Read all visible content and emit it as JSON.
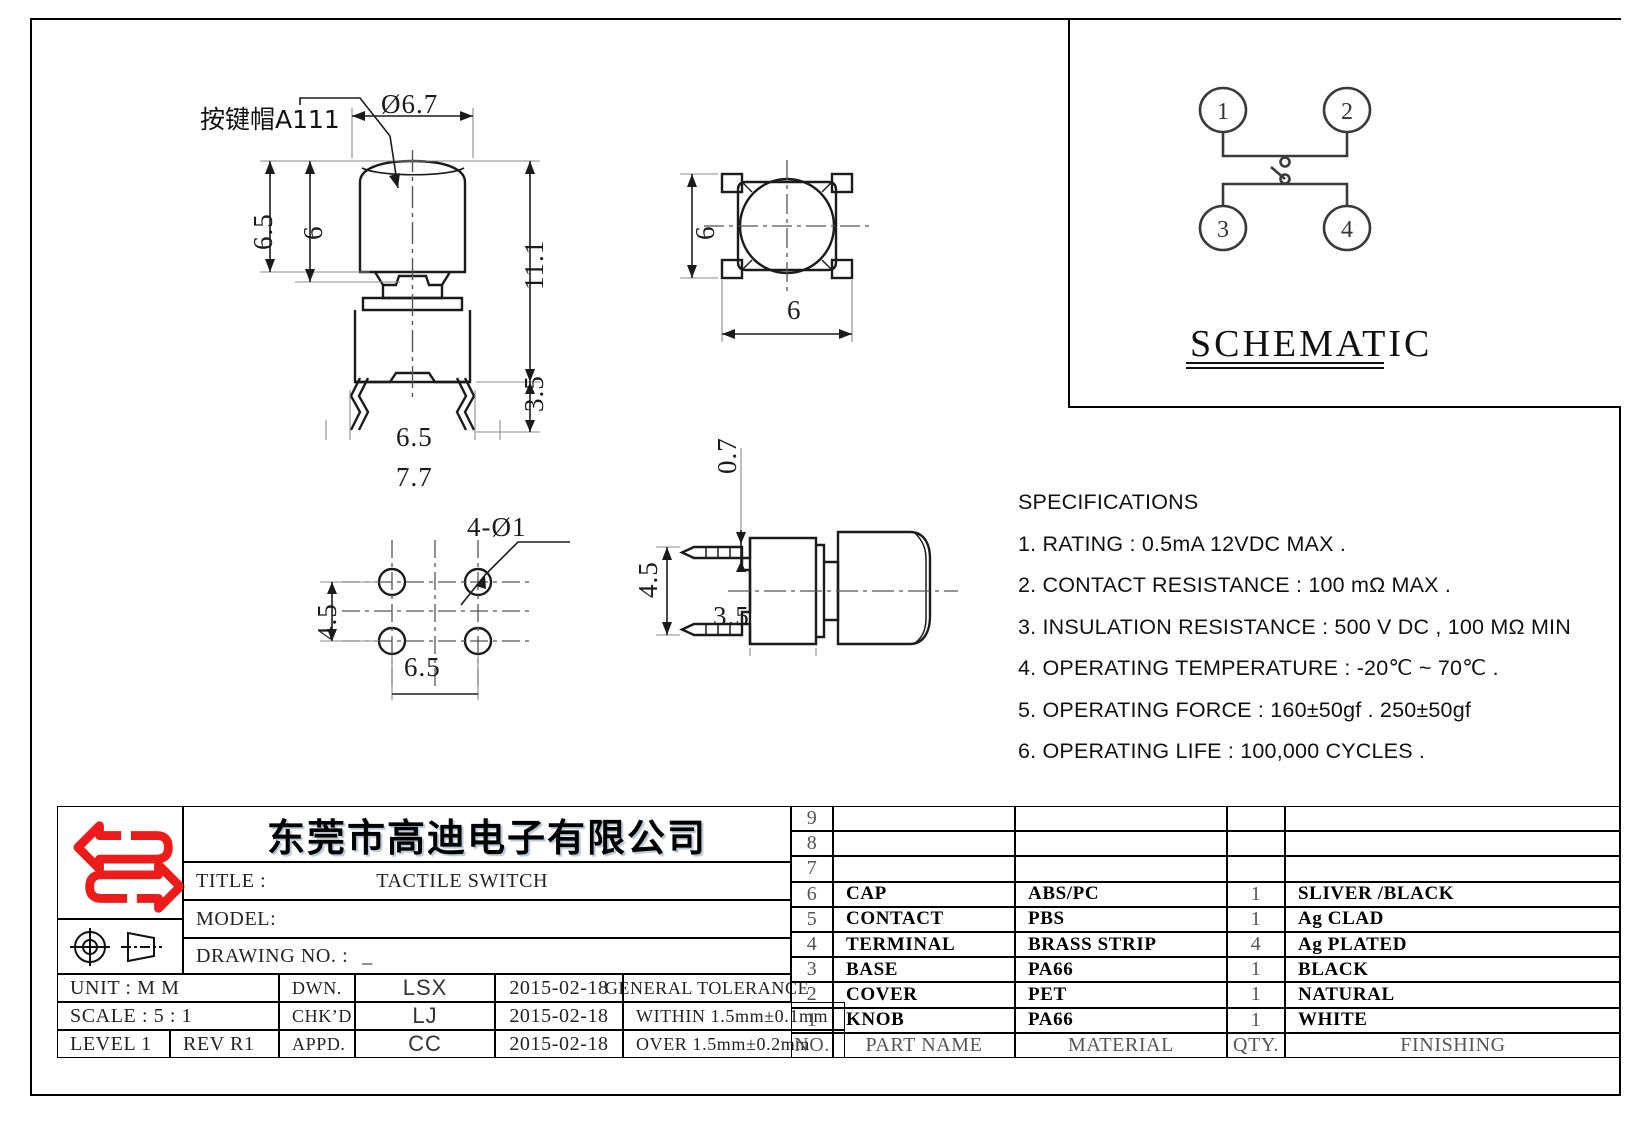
{
  "document": {
    "type": "mechanical-drawing",
    "sheet_size": "1651x1124"
  },
  "views": {
    "front": {
      "callout_cn": "按键帽A111",
      "dims": {
        "cap_dia": "Ø6.7",
        "total_height_left": "6.5",
        "cap_height": "6",
        "overall_height": "11.1",
        "lead_length": "3.5",
        "body_width": "6.5",
        "terminal_span": "7.7"
      }
    },
    "top": {
      "dims": {
        "height": "6",
        "width": "6"
      }
    },
    "pcb_layout": {
      "hole_note": "4-Ø1",
      "dims": {
        "pitch_y": "4.5",
        "pitch_x": "6.5"
      }
    },
    "side": {
      "dims": {
        "terminal_thickness": "0.7",
        "terminal_span": "4.5",
        "body_depth": "3.5"
      }
    }
  },
  "schematic": {
    "title": "SCHEMATIC",
    "terminals": [
      "1",
      "2",
      "3",
      "4"
    ]
  },
  "specifications": {
    "heading": "SPECIFICATIONS",
    "items": [
      "1. RATING : 0.5mA 12VDC MAX .",
      "2. CONTACT RESISTANCE : 100 mΩ MAX .",
      "3. INSULATION RESISTANCE : 500 V DC , 100 MΩ MIN",
      "4. OPERATING TEMPERATURE : -20℃ ~ 70℃ .",
      "5. OPERATING FORCE : 160±50gf . 250±50gf",
      "6. OPERATING LIFE : 100,000 CYCLES ."
    ]
  },
  "title_block": {
    "company": "东莞市高迪电子有限公司",
    "title_label": "TITLE :",
    "title_value": "TACTILE SWITCH",
    "model_label": "MODEL:",
    "model_value": "",
    "drawing_no_label": "DRAWING NO. :",
    "drawing_no_value": "_",
    "unit_label": "UNIT   :   M M",
    "scale_label": "SCALE  :  5 : 1",
    "level_label": "LEVEL 1",
    "rev_label": "REV  R1",
    "dwn_label": "DWN.",
    "dwn_value": "LSX",
    "dwn_date": "2015-02-18",
    "chkd_label": "CHK’D",
    "chkd_value": "LJ",
    "chkd_date": "2015-02-18",
    "appd_label": "APPD.",
    "appd_value": "CC",
    "appd_date": "2015-02-18",
    "tolerance_header": "GENERAL  TOLERANCE",
    "tolerance_within": "WITHIN  1.5mm±0.1mm",
    "tolerance_over": "OVER    1.5mm±0.2mm"
  },
  "bom": {
    "headers": {
      "no": "NO.",
      "part_name": "PART   NAME",
      "material": "MATERIAL",
      "qty": "QTY.",
      "finishing": "FINISHING"
    },
    "rows": [
      {
        "no": "9",
        "part_name": "",
        "material": "",
        "qty": "",
        "finishing": ""
      },
      {
        "no": "8",
        "part_name": "",
        "material": "",
        "qty": "",
        "finishing": ""
      },
      {
        "no": "7",
        "part_name": "",
        "material": "",
        "qty": "",
        "finishing": ""
      },
      {
        "no": "6",
        "part_name": "CAP",
        "material": "ABS/PC",
        "qty": "1",
        "finishing": "SLIVER /BLACK"
      },
      {
        "no": "5",
        "part_name": "CONTACT",
        "material": "PBS",
        "qty": "1",
        "finishing": "Ag CLAD"
      },
      {
        "no": "4",
        "part_name": "TERMINAL",
        "material": "BRASS STRIP",
        "qty": "4",
        "finishing": "Ag PLATED"
      },
      {
        "no": "3",
        "part_name": "BASE",
        "material": "PA66",
        "qty": "1",
        "finishing": "BLACK"
      },
      {
        "no": "2",
        "part_name": "COVER",
        "material": "PET",
        "qty": "1",
        "finishing": "NATURAL"
      },
      {
        "no": "1",
        "part_name": "KNOB",
        "material": "PA66",
        "qty": "1",
        "finishing": "WHITE"
      }
    ]
  },
  "colors": {
    "logo_red": "#ee1b1b",
    "line": "#111111",
    "center_line": "#444444"
  }
}
